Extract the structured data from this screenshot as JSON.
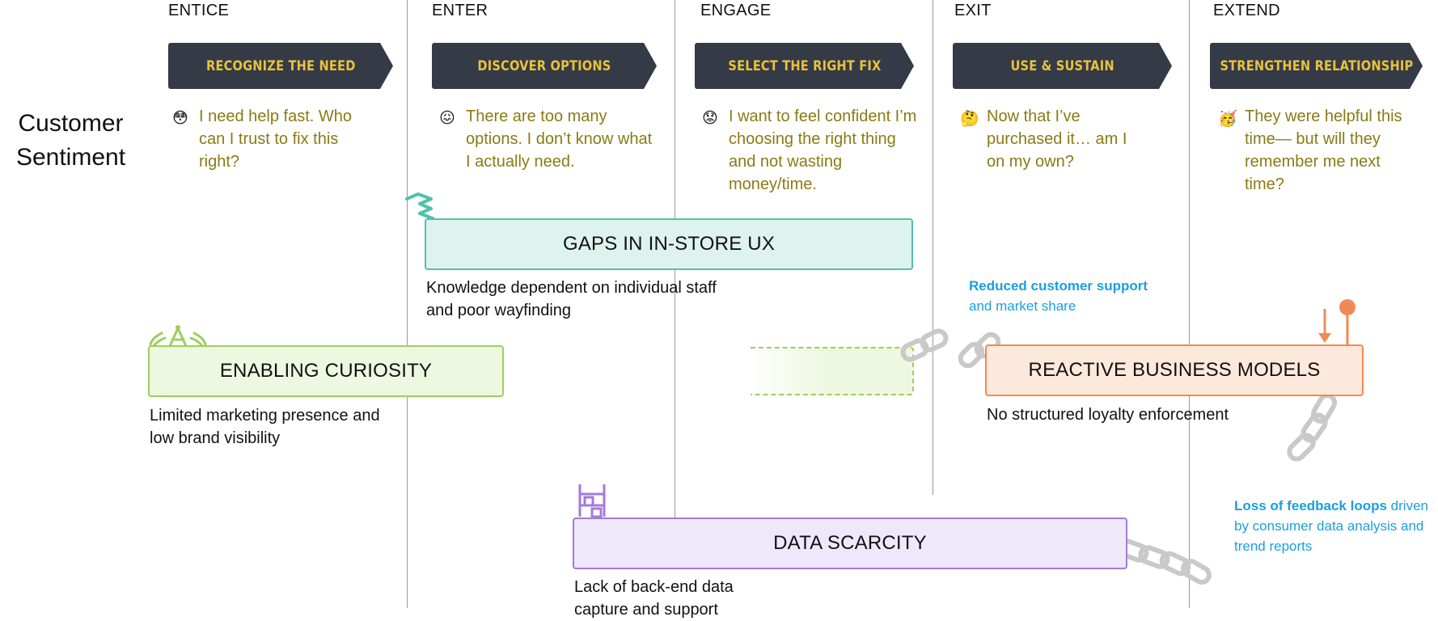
{
  "stages": [
    {
      "label": "ENTICE",
      "banner": "RECOGNIZE THE NEED",
      "emoji": "😳",
      "sentiment": "I need help fast. Who can I trust to fix this right?"
    },
    {
      "label": "ENTER",
      "banner": "DISCOVER OPTIONS",
      "emoji": "😖",
      "sentiment": "There are too many options. I don’t know what I actually need."
    },
    {
      "label": "ENGAGE",
      "banner": "SELECT THE RIGHT FIX",
      "emoji": "😟",
      "sentiment": "I want to feel confident I’m choosing the right thing and not wasting money/time."
    },
    {
      "label": "EXIT",
      "banner": "USE & SUSTAIN",
      "emoji": "🤔",
      "sentiment": "Now that I’ve purchased it… am I on my own?"
    },
    {
      "label": "EXTEND",
      "banner": "STRENGTHEN RELATIONSHIP",
      "emoji": "🥳",
      "sentiment": "They were helpful this time— but will they remember me next time?"
    }
  ],
  "row_title": "Customer Sentiment",
  "pain_points": {
    "gaps": {
      "title": "GAPS IN IN-STORE UX",
      "desc": "Knowledge dependent on individual staff and poor wayfinding",
      "icon": "wave-icon"
    },
    "curiosity": {
      "title": "ENABLING CURIOSITY",
      "desc": "Limited marketing presence and low brand visibility",
      "icon": "signal-icon"
    },
    "reactive": {
      "title": "REACTIVE BUSINESS MODELS",
      "desc": "No structured loyalty enforcement",
      "icon": "pin-arrow-icon"
    },
    "data": {
      "title": "DATA SCARCITY",
      "desc": "Lack of back-end data capture and support",
      "icon": "shelf-icon"
    }
  },
  "callouts": {
    "support_bold": "Reduced customer support",
    "support_rest": "and market share",
    "feedback_bold": "Loss of feedback loops",
    "feedback_rest": "driven by consumer data analysis and trend reports"
  },
  "colors": {
    "banner_bg": "#343a46",
    "banner_text": "#e9c23a",
    "sentiment_text": "#8b7a14",
    "gaps_fill": "#def3ee",
    "gaps_border": "#52c1aa",
    "curiosity_fill": "#eef8e0",
    "curiosity_border": "#9ccf5c",
    "reactive_fill": "#fde8dc",
    "reactive_border": "#f08a55",
    "data_fill": "#efe7fa",
    "data_border": "#a57ad9",
    "callout_blue": "#1a9fe0"
  }
}
